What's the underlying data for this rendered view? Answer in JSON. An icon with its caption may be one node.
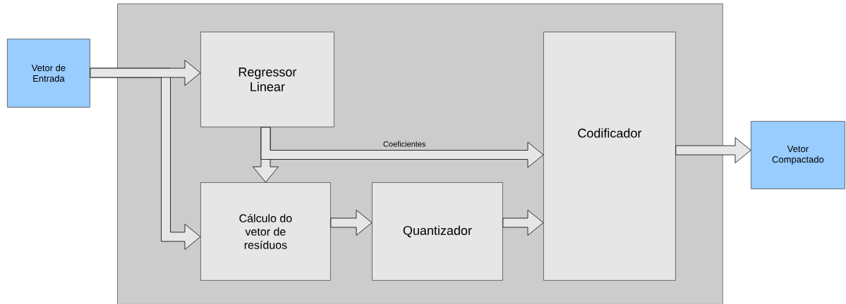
{
  "diagram": {
    "nodes": [
      {
        "text": [
          "Vetor de Entrada"
        ]
      },
      {
        "text": [],
        "shape": "box"
      },
      {
        "text": [
          "Regressor Linear"
        ],
        "in": 1
      },
      {
        "text": [
          "Cálculo do vetor de resíduos"
        ],
        "in": 1
      },
      {
        "text": [
          "Quantizador"
        ],
        "in": 1
      },
      {
        "text": [
          "Codificador"
        ],
        "in": 1
      },
      {
        "text": [
          "Vetor Compactado"
        ]
      }
    ],
    "edges": [
      {
        "from": 0,
        "to": 3,
        "arrow": "to"
      },
      {
        "from": 0,
        "to": 2,
        "arrow": "to"
      },
      {
        "from": 2,
        "to": 3,
        "arrow": "to"
      },
      {
        "from": 2,
        "to": 5,
        "arrow": "to",
        "label": "Coeficientes"
      },
      {
        "from": 3,
        "to": 4,
        "arrow": "to"
      },
      {
        "from": 4,
        "to": 5,
        "arrow": "to"
      },
      {
        "from": 5,
        "to": 6,
        "arrow": "to"
      }
    ]
  }
}
